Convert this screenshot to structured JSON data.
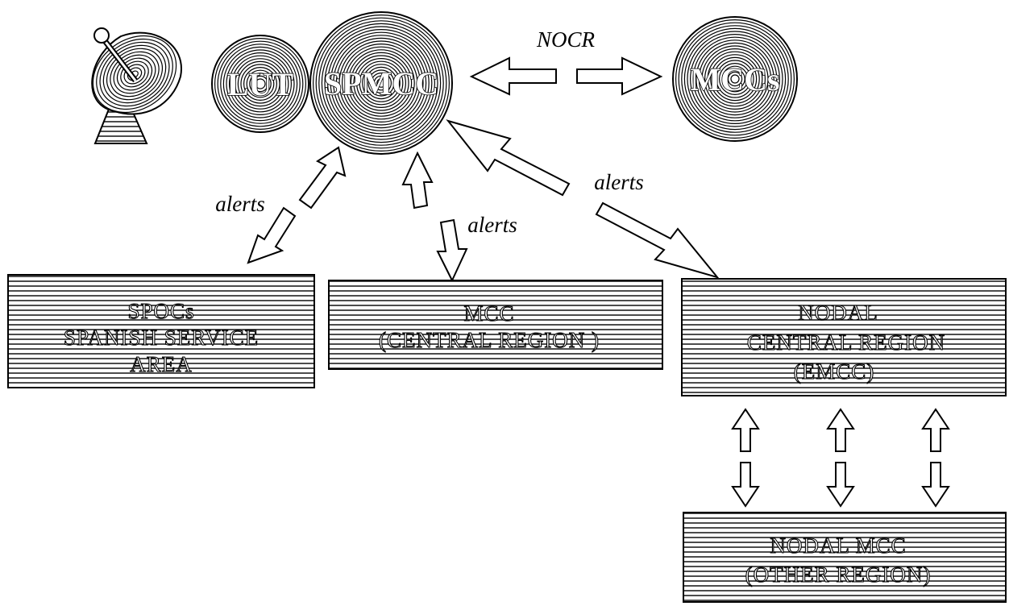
{
  "nodes": {
    "lut": "LUT",
    "spmcc": "SPMCC",
    "mccs": "MCCs"
  },
  "labels": {
    "nocr": "NOCR",
    "alerts_left": "alerts",
    "alerts_center": "alerts",
    "alerts_right": "alerts"
  },
  "boxes": {
    "spocs": {
      "line1": "SPOCs",
      "line2": "SPANISH SERVICE",
      "line3": "AREA"
    },
    "mcc_central": {
      "line1": "MCC",
      "line2": "(CENTRAL REGION )"
    },
    "nodal_central": {
      "line1": "NODAL",
      "line2": "CENTRAL REGION",
      "line3": "(EMCC)"
    },
    "nodal_other": {
      "line1": "NODAL MCC",
      "line2": "(OTHER REGION)"
    }
  },
  "icons": [
    "satellite-dish-icon"
  ],
  "colors": {
    "ink": "#000000",
    "paper": "#ffffff"
  }
}
